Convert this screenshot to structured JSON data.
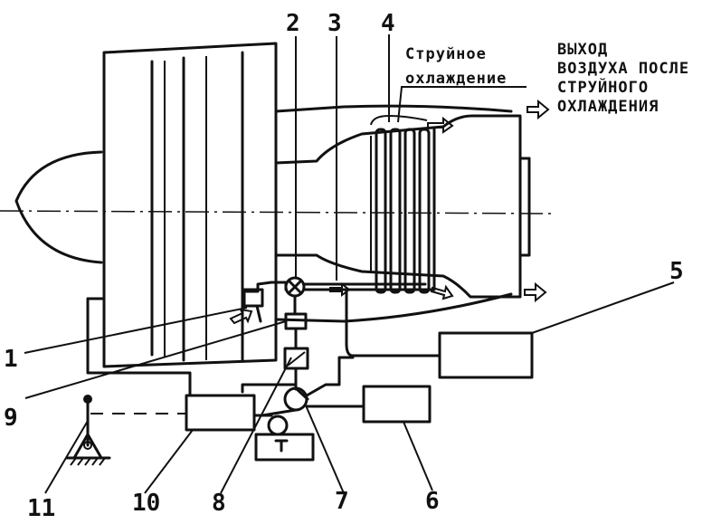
{
  "captions": {
    "jet_cooling": [
      "Струйное",
      "охлаждение"
    ],
    "air_exit": [
      "ВЫХОД",
      "ВОЗДУХА ПОСЛЕ",
      "СТРУЙНОГО",
      "ОХЛАЖДЕНИЯ"
    ]
  },
  "callouts": [
    "1",
    "2",
    "3",
    "4",
    "5",
    "6",
    "7",
    "8",
    "9",
    "10",
    "11"
  ]
}
